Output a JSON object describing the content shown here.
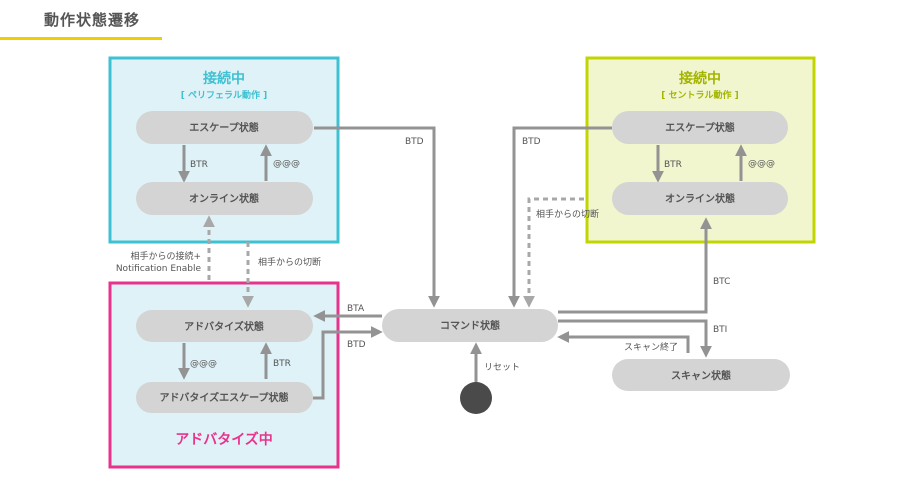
{
  "page_title": "動作状態遷移",
  "colors": {
    "cyan": "#3ec1d3",
    "lime": "#c3d500",
    "magenta": "#e8338c",
    "accent": "#f2cd00"
  },
  "groups": {
    "peripheral": {
      "title": "接続中",
      "subtitle": "[ ペリフェラル動作 ]"
    },
    "central": {
      "title": "接続中",
      "subtitle": "[ セントラル動作 ]"
    },
    "advertise": {
      "title": "アドバタイズ中"
    }
  },
  "states": {
    "p_escape": "エスケープ状態",
    "p_online": "オンライン状態",
    "c_escape": "エスケープ状態",
    "c_online": "オンライン状態",
    "advertise": "アドバタイズ状態",
    "advertise_escape": "アドバタイズエスケープ状態",
    "command": "コマンド状態",
    "scan": "スキャン状態"
  },
  "labels": {
    "p_btr": "BTR",
    "p_atat": "@@@",
    "c_btr": "BTR",
    "c_atat": "@@@",
    "connect_line1": "相手からの接続+",
    "connect_line2": "Notification Enable",
    "p_disconnect": "相手からの切断",
    "c_disconnect": "相手からの切断",
    "btd_peripheral": "BTD",
    "btd_central": "BTD",
    "btc": "BTC",
    "bti": "BTI",
    "scan_end": "スキャン終了",
    "bta": "BTA",
    "btd_advertise": "BTD",
    "adv_atat": "@@@",
    "adv_btr": "BTR",
    "reset": "リセット"
  }
}
